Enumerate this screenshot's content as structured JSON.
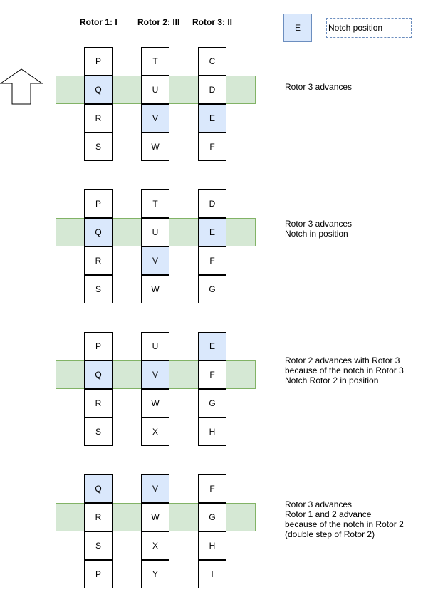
{
  "headers": [
    "Rotor 1: I",
    "Rotor 2: III",
    "Rotor 3: II"
  ],
  "legend": {
    "box_letter": "E",
    "label": "Notch position"
  },
  "steps": [
    {
      "columns": [
        [
          "P",
          "Q",
          "R",
          "S"
        ],
        [
          "T",
          "U",
          "V",
          "W"
        ],
        [
          "C",
          "D",
          "E",
          "F"
        ]
      ],
      "notch": [
        [
          1
        ],
        [
          2
        ],
        [
          2
        ]
      ],
      "description": [
        "Rotor 3 advances"
      ]
    },
    {
      "columns": [
        [
          "P",
          "Q",
          "R",
          "S"
        ],
        [
          "T",
          "U",
          "V",
          "W"
        ],
        [
          "D",
          "E",
          "F",
          "G"
        ]
      ],
      "notch": [
        [
          1
        ],
        [
          2
        ],
        [
          1
        ]
      ],
      "description": [
        "Rotor 3 advances",
        "Notch in position"
      ]
    },
    {
      "columns": [
        [
          "P",
          "Q",
          "R",
          "S"
        ],
        [
          "U",
          "V",
          "W",
          "X"
        ],
        [
          "E",
          "F",
          "G",
          "H"
        ]
      ],
      "notch": [
        [
          1
        ],
        [
          1
        ],
        [
          0
        ]
      ],
      "description": [
        "Rotor 2 advances with Rotor 3",
        "because of the notch in Rotor 3",
        "Notch Rotor 2 in position"
      ]
    },
    {
      "columns": [
        [
          "Q",
          "R",
          "S",
          "P"
        ],
        [
          "V",
          "W",
          "X",
          "Y"
        ],
        [
          "F",
          "G",
          "H",
          "I"
        ]
      ],
      "notch": [
        [
          0
        ],
        [
          0
        ],
        []
      ],
      "description": [
        "Rotor 3 advances",
        "Rotor 1 and 2 advance",
        "because of the notch in Rotor 2",
        "(double step of Rotor 2)"
      ]
    }
  ]
}
